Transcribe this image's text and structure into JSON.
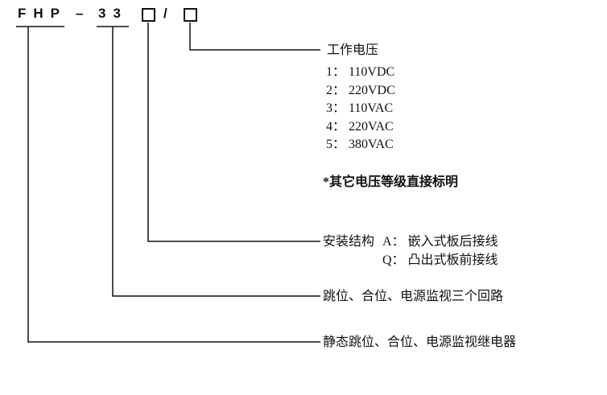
{
  "model_code": {
    "prefix": "FHP",
    "dash": "–",
    "number": "33",
    "slash": "/"
  },
  "working_voltage": {
    "title": "工作电压",
    "options": [
      "1： 110VDC",
      "2： 220VDC",
      "3： 110VAC",
      "4： 220VAC",
      "5： 380VAC"
    ],
    "note": "*其它电压等级直接标明"
  },
  "mounting": {
    "label": "安装结构",
    "option_a": "A： 嵌入式板后接线",
    "option_q": "Q： 凸出式板前接线"
  },
  "circuits_label": "跳位、合位、电源监视三个回路",
  "relay_label": "静态跳位、合位、电源监视继电器",
  "colors": {
    "line": "#111111"
  }
}
